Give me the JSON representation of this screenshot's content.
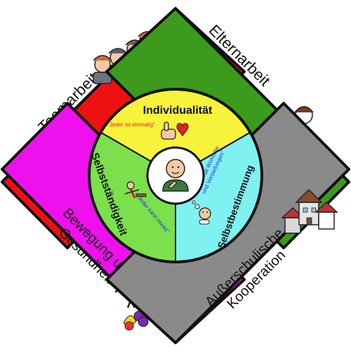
{
  "panels": {
    "teamarbeit": {
      "label": "Teamarbeit",
      "color": "#ee1111",
      "icon": "group-of-people-icon"
    },
    "elternarbeit": {
      "label": "Elternarbeit",
      "color": "#3c9a1c",
      "icon": "parents-and-child-icon"
    },
    "bewegung": {
      "line1": "Bewegung und",
      "line2": "Gesundheit",
      "color": "#ee11ee",
      "icon": "sport-and-fruit-icon"
    },
    "kooperation": {
      "line1": "Außerschulische",
      "line2": "Kooperation",
      "color": "#8a8a8a",
      "icon": "houses-icon"
    }
  },
  "wheel": {
    "center_icon": "child-pointing-to-self-icon",
    "segments": {
      "individualitaet": {
        "title": "Individualität",
        "quote": "\"Jeder ist einmalig\"",
        "color": "#f6f33a",
        "icon": "thumbs-up-heart-icon"
      },
      "selbststaendigkeit": {
        "title": "Selbstständigkeit",
        "quote": "\"Jeder kann etwas\"",
        "color": "#7be04c",
        "icon": "child-working-icon"
      },
      "selbstbestimmung": {
        "title": "Selbstbestimmung",
        "quote_line1": "\"Jeder hat Wünsche",
        "quote_line2": "und Vorstellungen\"",
        "color": "#7ff1f1",
        "icon": "child-thinking-icon"
      }
    }
  }
}
